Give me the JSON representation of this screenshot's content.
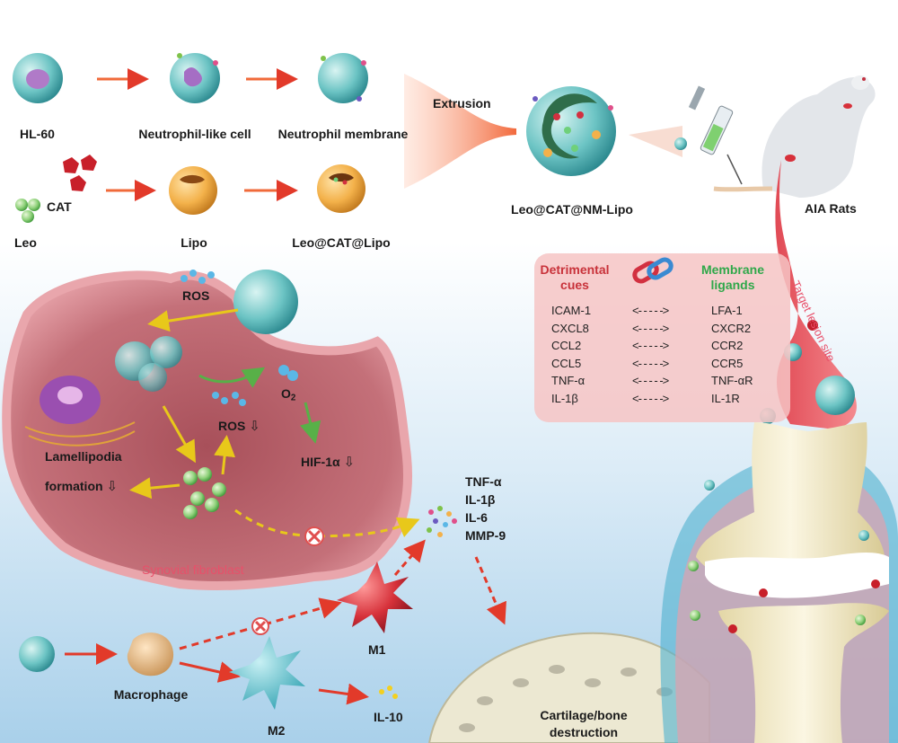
{
  "top": {
    "hl60": "HL-60",
    "neutrophil_like_cell": "Neutrophil-like cell",
    "neutrophil_membrane": "Neutrophil membrane",
    "cat": "CAT",
    "leo": "Leo",
    "lipo": "Lipo",
    "leo_cat_lipo": "Leo@CAT@Lipo",
    "extrusion": "Extrusion",
    "product": "Leo@CAT@NM-Lipo",
    "aia_rats": "AIA Rats",
    "target_site": "Target lesion site"
  },
  "targeting_panel": {
    "left_heading": "Detrimental cues",
    "right_heading": "Membrane ligands",
    "pairs": [
      {
        "cue": "ICAM-1",
        "ligand": "LFA-1"
      },
      {
        "cue": "CXCL8",
        "ligand": "CXCR2"
      },
      {
        "cue": "CCL2",
        "ligand": "CCR2"
      },
      {
        "cue": "CCL5",
        "ligand": "CCR5"
      },
      {
        "cue": "TNF-α",
        "ligand": "TNF-αR"
      },
      {
        "cue": "IL-1β",
        "ligand": "IL-1R"
      }
    ]
  },
  "fibroblast": {
    "ros_top": "ROS",
    "ros_mid": "ROS",
    "o2": "O",
    "o2_sub": "2",
    "hif": "HIF-1α",
    "lamellipodia": "Lamellipodia",
    "formation": "formation",
    "label": "Synovial fibroblast"
  },
  "cytokines": [
    "TNF-α",
    "IL-1β",
    "IL-6",
    "MMP-9"
  ],
  "macro": {
    "macrophage": "Macrophage",
    "m1": "M1",
    "m2": "M2",
    "il10": "IL-10",
    "destruction_line1": "Cartilage/bone",
    "destruction_line2": "destruction"
  },
  "symbols": {
    "down_arrow": "⇩",
    "dash_arrow": "<- - - - ->"
  },
  "colors": {
    "fibroblast": "#e8a3a8",
    "panel": "#f6c4c4",
    "red_text": "#c8323a",
    "green_text": "#2fa84a",
    "arrow_red": "#e23a2a",
    "arrow_yellow": "#e8c81a",
    "arrow_green": "#58b048",
    "bone": "#efe8c8"
  }
}
